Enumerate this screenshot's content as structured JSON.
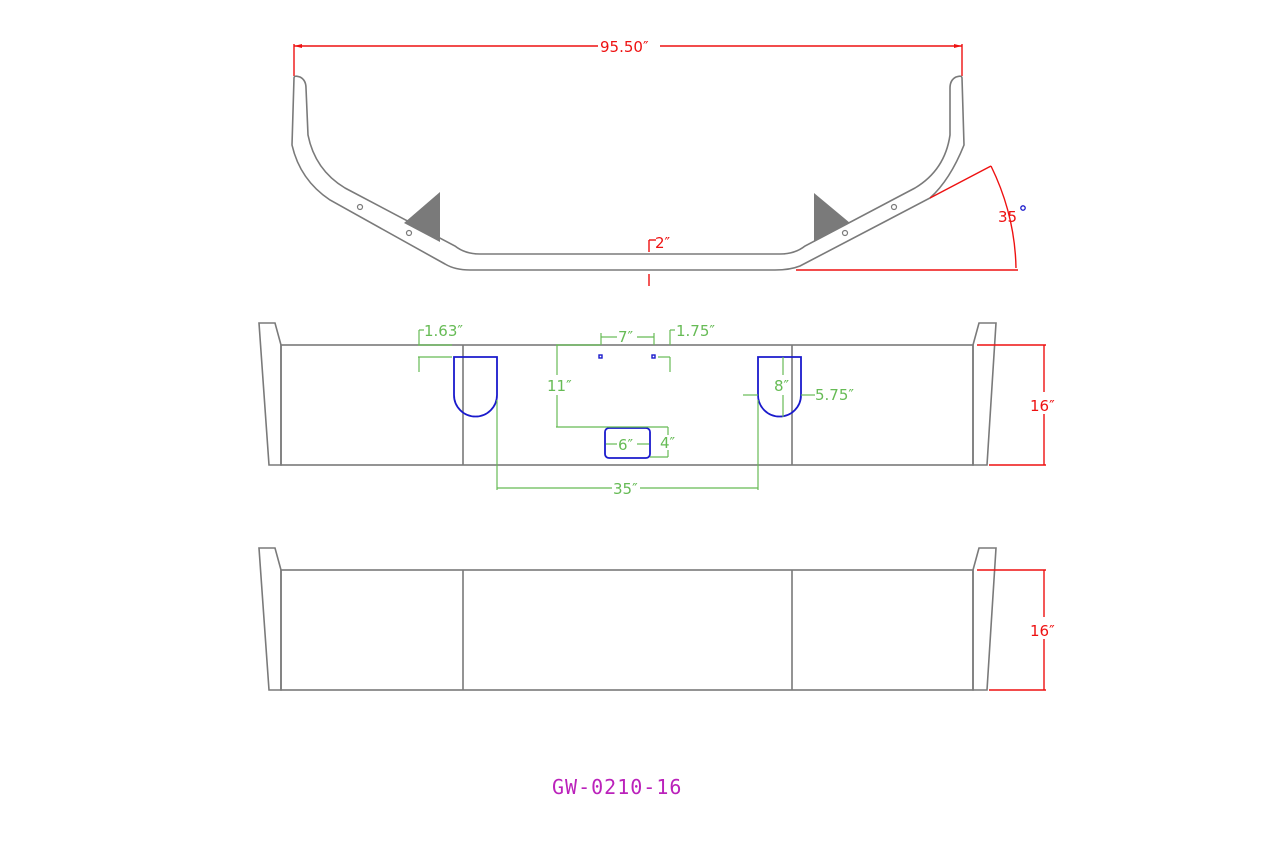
{
  "part_number": "GW-0210-16",
  "colors": {
    "outline": "#7a7a7a",
    "dimension_primary": "#ee1111",
    "dimension_secondary": "#66bb55",
    "cutouts": "#1a1acc",
    "part_label": "#bb22bb",
    "degree_marker": "#1a1acc"
  },
  "top_view": {
    "overall_width": "95.50″",
    "thickness": "2″",
    "angle": "35",
    "angle_unit_symbol": "°"
  },
  "front_view": {
    "height": "16″",
    "dimensions": {
      "slot_offset_top": "1.63″",
      "bolt_spacing": "7″",
      "bolt_offset_top": "1.75″",
      "plate_offset_height": "11″",
      "plate_width": "6″",
      "plate_height": "4″",
      "slot_spacing": "35″",
      "slot_height": "8″",
      "slot_width": "5.75″"
    }
  },
  "rear_view": {
    "height": "16″"
  }
}
